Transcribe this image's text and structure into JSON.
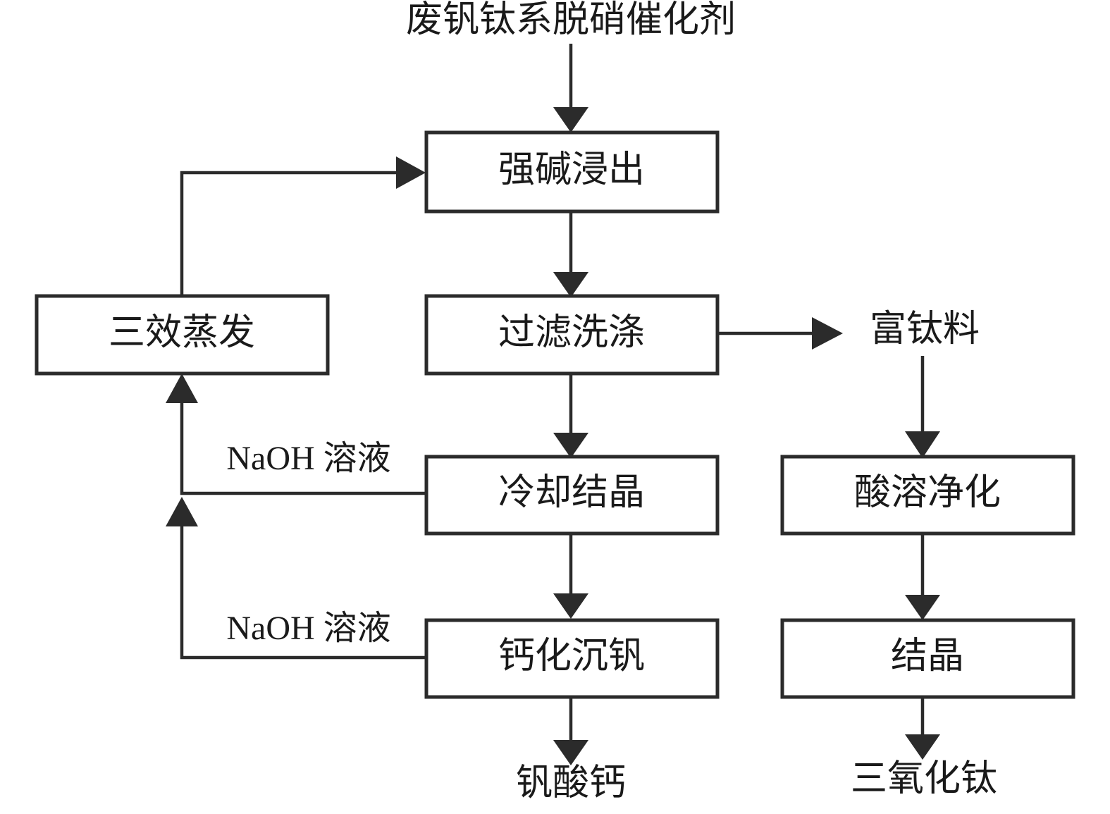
{
  "diagram": {
    "title": "废钒钛系脱硝催化剂",
    "type": "process-flowchart",
    "language": "zh-CN",
    "colors": {
      "line": "#2b2b2b",
      "box_fill": "#ffffff",
      "text": "#1a1a1a",
      "background": "#ffffff"
    },
    "nodes": {
      "input_feed": "废钒钛系脱硝催化剂",
      "alkali_leaching": "强碱浸出",
      "filter_wash": "过滤洗涤",
      "triple_effect_evaporation": "三效蒸发",
      "cooling_crystallization": "冷却结晶",
      "calcification_precipitation": "钙化沉钒",
      "titanium_rich_material": "富钛料",
      "acid_dissolution_purification": "酸溶净化",
      "crystallization": "结晶",
      "calcium_vanadate": "钒酸钙",
      "titanium_trioxide": "三氧化钛"
    },
    "edge_labels": {
      "naoh_solution_upper": "NaOH 溶液",
      "naoh_solution_lower": "NaOH 溶液"
    },
    "flows": [
      {
        "from": "废钒钛系脱硝催化剂",
        "to": "强碱浸出",
        "label": ""
      },
      {
        "from": "强碱浸出",
        "to": "过滤洗涤",
        "label": ""
      },
      {
        "from": "过滤洗涤",
        "to": "冷却结晶",
        "label": ""
      },
      {
        "from": "过滤洗涤",
        "to": "富钛料",
        "label": ""
      },
      {
        "from": "冷却结晶",
        "to": "钙化沉钒",
        "label": ""
      },
      {
        "from": "冷却结晶",
        "to": "三效蒸发",
        "label": "NaOH 溶液"
      },
      {
        "from": "钙化沉钒",
        "to": "三效蒸发",
        "label": "NaOH 溶液"
      },
      {
        "from": "钙化沉钒",
        "to": "钒酸钙",
        "label": ""
      },
      {
        "from": "三效蒸发",
        "to": "强碱浸出",
        "label": ""
      },
      {
        "from": "富钛料",
        "to": "酸溶净化",
        "label": ""
      },
      {
        "from": "酸溶净化",
        "to": "结晶",
        "label": ""
      },
      {
        "from": "结晶",
        "to": "三氧化钛",
        "label": ""
      }
    ]
  }
}
